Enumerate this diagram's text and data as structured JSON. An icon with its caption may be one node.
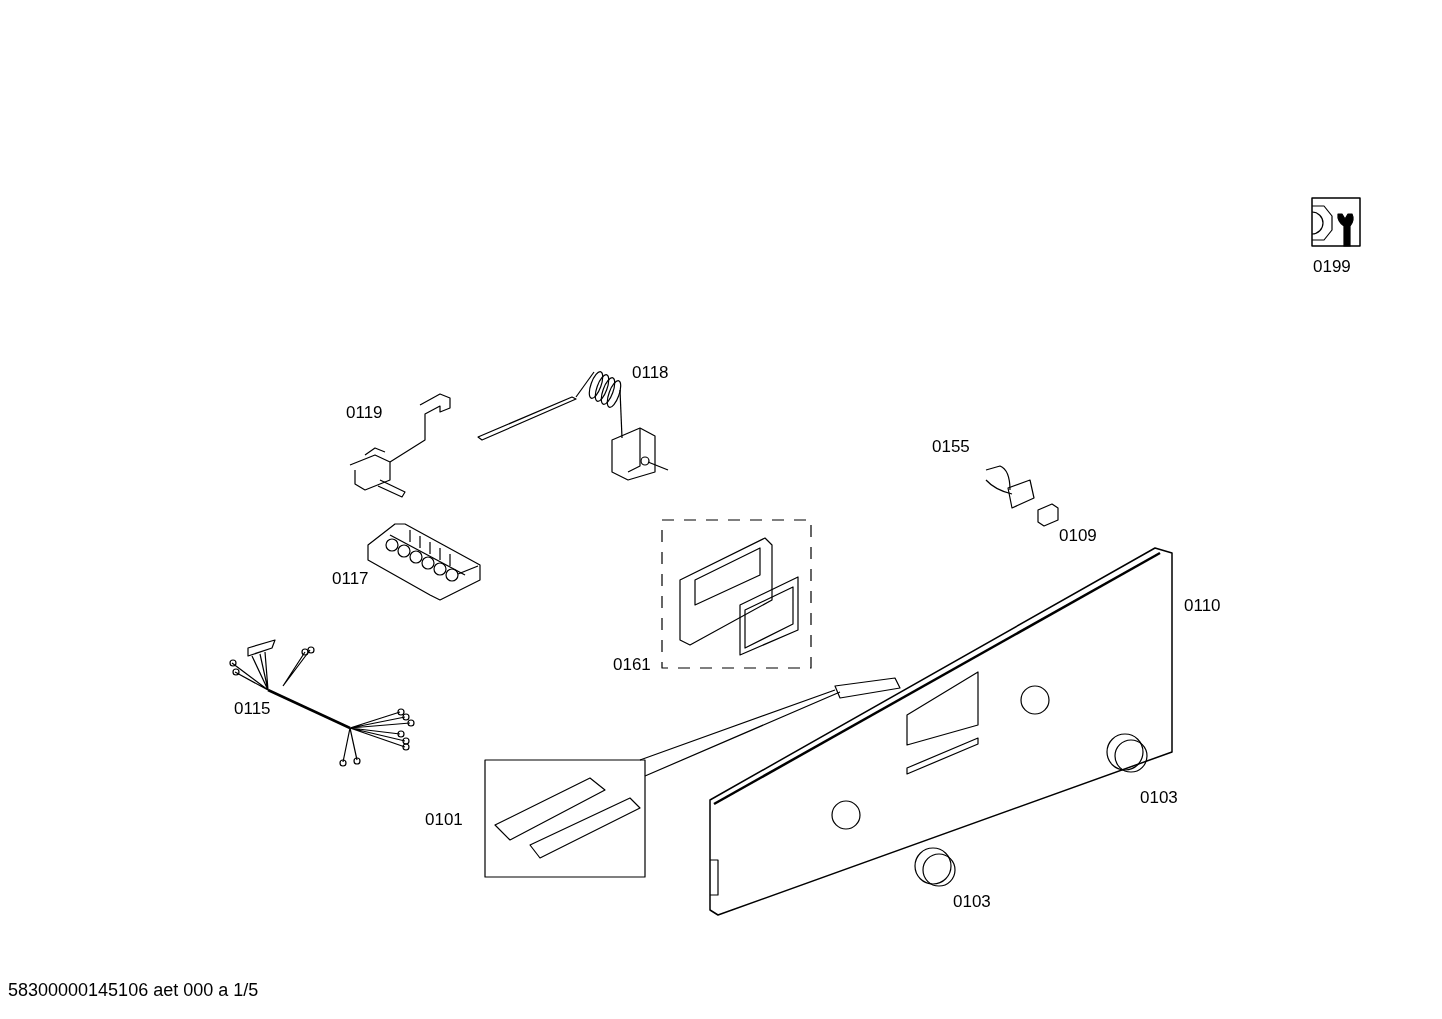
{
  "diagram": {
    "caption": "58300000145106 aet 000 a 1/5",
    "labels": [
      "0199",
      "0118",
      "0119",
      "0155",
      "0109",
      "0117",
      "0110",
      "0161",
      "0115",
      "0103",
      "0101",
      "0103"
    ]
  }
}
